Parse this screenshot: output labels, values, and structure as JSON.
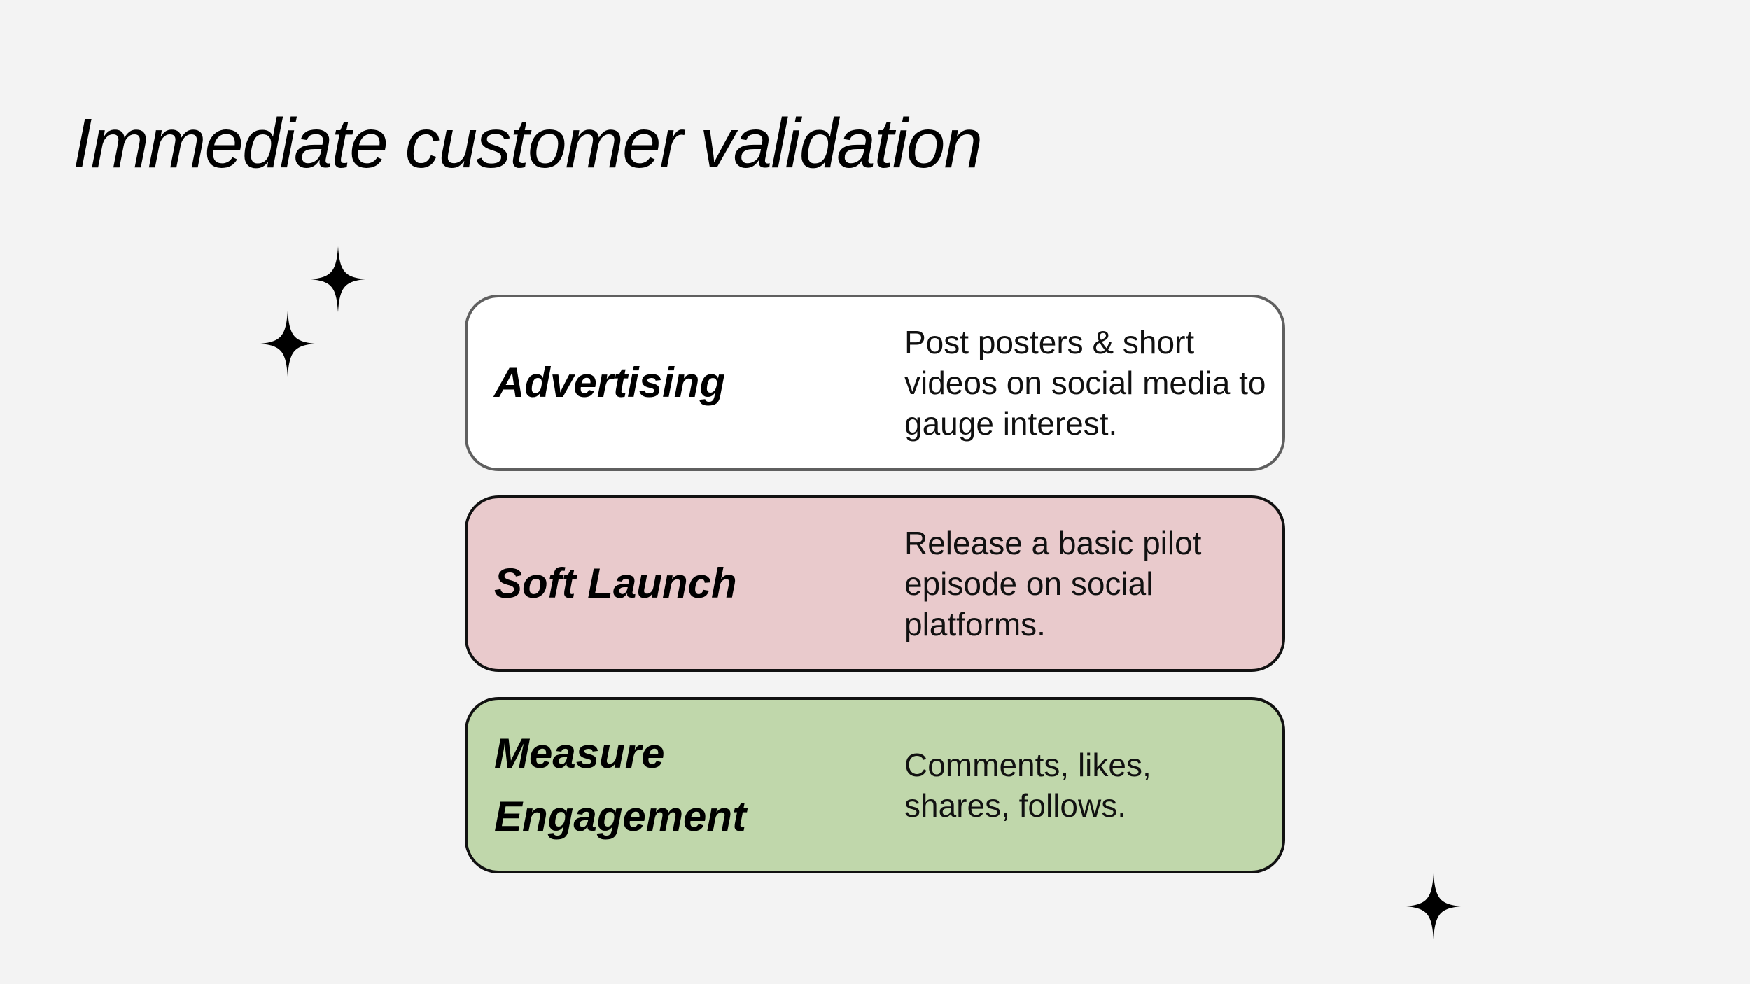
{
  "slide": {
    "title": "Immediate customer validation"
  },
  "cards": [
    {
      "label": "Advertising",
      "description": "Post posters & short videos on social media to gauge interest.",
      "background": "#ffffff"
    },
    {
      "label": "Soft Launch",
      "description": "Release a basic pilot episode on social platforms.",
      "background": "#e9cacc"
    },
    {
      "label": "Measure Engagement",
      "description": "Comments, likes, shares, follows.",
      "background": "#c0d7ab"
    }
  ],
  "decorations": {
    "icon": "sparkle-icon",
    "color": "#000000"
  }
}
